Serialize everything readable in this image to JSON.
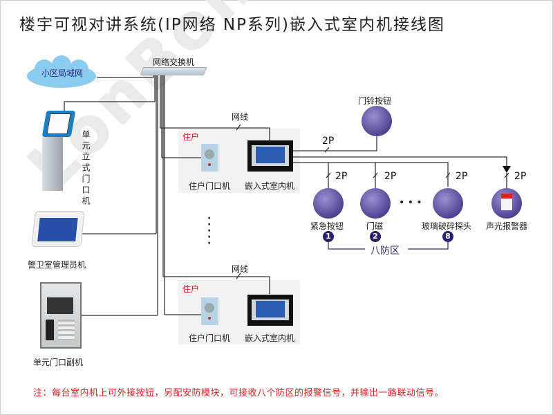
{
  "title": "楼宇可视对讲系统(IP网络 NP系列)嵌入式室内机接线图",
  "watermark": "LonBon",
  "network": {
    "lan_label": "小区局域网",
    "switch_label": "网络交换机"
  },
  "left_devices": {
    "standing_door_unit": "单元立式门口机",
    "guard_station": "警卫室管理员机",
    "secondary_door_unit": "单元门口副机"
  },
  "residences": [
    {
      "zone_label": "住户",
      "cable_label": "网线",
      "door_station": "住户门口机",
      "indoor_unit": "嵌入式室内机"
    },
    {
      "zone_label": "住户",
      "cable_label": "网线",
      "door_station": "住户门口机",
      "indoor_unit": "嵌入式室内机"
    }
  ],
  "ellipsis_vertical": "·\n·\n·\n·\n·",
  "peripherals": {
    "doorbell": {
      "label": "门铃按钮",
      "wire": "2P"
    },
    "sensors": [
      {
        "label": "紧急按钮",
        "wire": "2P",
        "number": "1"
      },
      {
        "label": "门磁",
        "wire": "2P",
        "number": "2"
      },
      {
        "label": "玻璃破碎探头",
        "wire": "2P",
        "number": "8"
      }
    ],
    "ellipsis": "• • •",
    "alarm": {
      "label": "声光报警器",
      "wire": "2P"
    },
    "zone_group_label": "八防区"
  },
  "colors": {
    "wire": "#333333",
    "zone_label": "#e02020",
    "note": "#e02020",
    "sensor_circle": "#4a3d8f",
    "zone_bracket": "#3a2f80",
    "cloud": "#8ccbf0"
  },
  "note": "注：每台室内机上可外接按钮，另配安防模块，可接收八个防区的报警信号，并输出一路联动信号。"
}
